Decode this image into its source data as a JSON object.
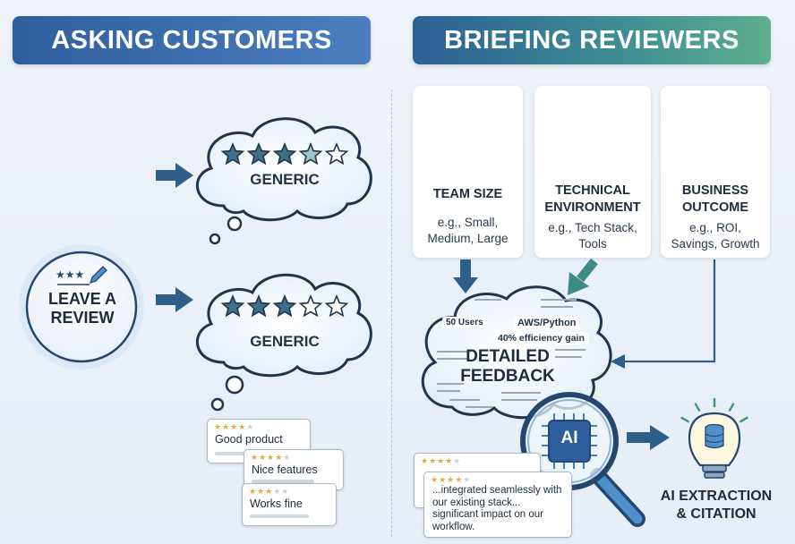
{
  "banners": {
    "left": "ASKING CUSTOMERS",
    "right": "BRIEFING REVIEWERS"
  },
  "left": {
    "leave_review": "LEAVE A REVIEW",
    "thought_top": "GENERIC",
    "thought_bottom": "GENERIC",
    "reviews": [
      "Good product",
      "Nice features",
      "Works fine"
    ]
  },
  "cards": [
    {
      "title": "TEAM SIZE",
      "desc": "e.g., Small, Medium, Large",
      "icon": "team-icon"
    },
    {
      "title": "TECHNICAL ENVIRONMENT",
      "desc": "e.g., Tech Stack, Tools",
      "icon": "gears-server-icon"
    },
    {
      "title": "BUSINESS OUTCOME",
      "desc": "e.g., ROI, Savings, Growth",
      "icon": "growth-chart-icon"
    }
  ],
  "feedback": {
    "label": "DETAILED FEEDBACK",
    "chip_users": "50 Users",
    "chip_stack": "AWS/Python",
    "chip_gain": "40% efficiency gain"
  },
  "review_quote": "...integrated seamlessly with our existing stack... significant impact on our workflow.",
  "ai": {
    "badge": "AI",
    "extraction_label": "AI EXTRACTION & CITATION"
  },
  "colors": {
    "banner_left": "#2f5e9e",
    "banner_right": "#3f8f95",
    "arrow": "#2e5f88",
    "star_filled": "#3d6f89",
    "star_gold": "#e6a93a"
  }
}
